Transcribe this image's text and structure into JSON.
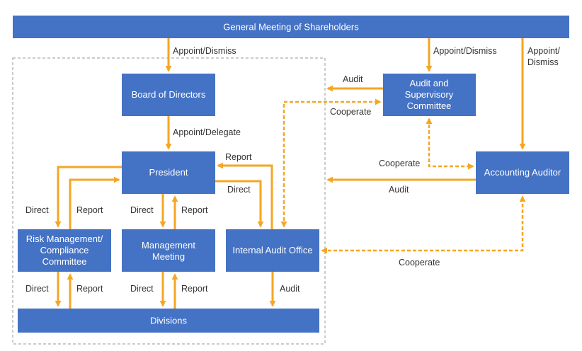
{
  "colors": {
    "box": "#4472c4",
    "arrow": "#f5a623",
    "dashed_border": "#9a9a9a",
    "label_text": "#333333"
  },
  "boxes": {
    "shareholders": "General Meeting of Shareholders",
    "board": "Board of Directors",
    "audit_committee": [
      "Audit and",
      "Supervisory",
      "Committee"
    ],
    "president": "President",
    "accounting_auditor": "Accounting Auditor",
    "risk": [
      "Risk Management/",
      "Compliance",
      "Committee"
    ],
    "management_meeting": [
      "Management",
      "Meeting"
    ],
    "internal_audit": "Internal Audit Office",
    "divisions": "Divisions"
  },
  "labels": {
    "appoint_dismiss_board": "Appoint/Dismiss",
    "appoint_dismiss_audit": "Appoint/Dismiss",
    "appoint_dismiss_accounting": [
      "Appoint/",
      "Dismiss"
    ],
    "audit_committee_to_board": "Audit",
    "cooperate_committee_internal": "Cooperate",
    "appoint_delegate": "Appoint/Delegate",
    "report_internal_to_president": "Report",
    "direct_president_internal": "Direct",
    "cooperate_committee_accounting": "Cooperate",
    "audit_accounting_to_company": "Audit",
    "direct_risk": "Direct",
    "report_risk": "Report",
    "direct_mgmt": "Direct",
    "report_mgmt": "Report",
    "direct_divisions_risk": "Direct",
    "report_divisions_risk": "Report",
    "direct_divisions_mgmt": "Direct",
    "report_divisions_mgmt": "Report",
    "audit_internal_divisions": "Audit",
    "cooperate_internal_accounting": "Cooperate"
  }
}
